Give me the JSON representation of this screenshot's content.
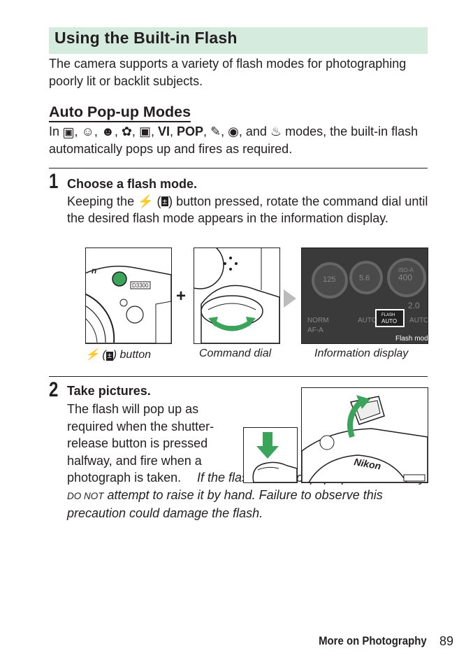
{
  "section": {
    "title": "Using the Built-in Flash",
    "intro": "The camera supports a variety of flash modes for photographing poorly lit or backlit subjects."
  },
  "auto_popup": {
    "heading": "Auto Pop-up Modes",
    "text_prefix": "In",
    "mode_icons": [
      "auto-mode-icon",
      "portrait-mode-icon",
      "child-mode-icon",
      "close-up-mode-icon",
      "night-portrait-mode-icon",
      "VI",
      "POP",
      "photo-illustration-mode-icon",
      "toy-camera-mode-icon",
      "food-mode-icon"
    ],
    "text_and": ", and",
    "text_suffix": "modes, the built-in flash automatically pops up and fires as required."
  },
  "step1": {
    "number": "1",
    "title": "Choose a flash mode.",
    "text_a": "Keeping the",
    "text_b": "button pressed, rotate the command dial until the desired flash mode appears in the information display.",
    "captions": {
      "flash_button": ") button",
      "command_dial": "Command dial",
      "info_display": "Information display"
    },
    "info_display": {
      "shutter": "125",
      "aperture": "5.6",
      "iso_label": "ISO-A",
      "iso": "400",
      "exposure_comp": "2.0",
      "quality": "NORM",
      "focus_mode": "AF-A",
      "wb": "AUTO",
      "iso_auto": "AUTO",
      "flash_label": "FLASH",
      "flash_value": "AUTO",
      "mode_label": "Flash mode",
      "model_badge": "D3300"
    }
  },
  "step2": {
    "number": "2",
    "title": "Take pictures.",
    "text": "The flash will pop up as required when the shutter-release button is pressed halfway, and fire when a photograph is taken.",
    "warning_a": "If the flash does not pop up automatically,",
    "warning_do_not": "DO NOT",
    "warning_b": "attempt to raise it by hand.  Failure to observe this precaution could damage the flash.",
    "brand": "Nikon"
  },
  "footer": {
    "section_label": "More on Photography",
    "page_number": "89"
  },
  "colors": {
    "title_bg": "#d5ebdd",
    "arrow_green": "#3aa55a",
    "display_bg": "#3a3a3a"
  }
}
